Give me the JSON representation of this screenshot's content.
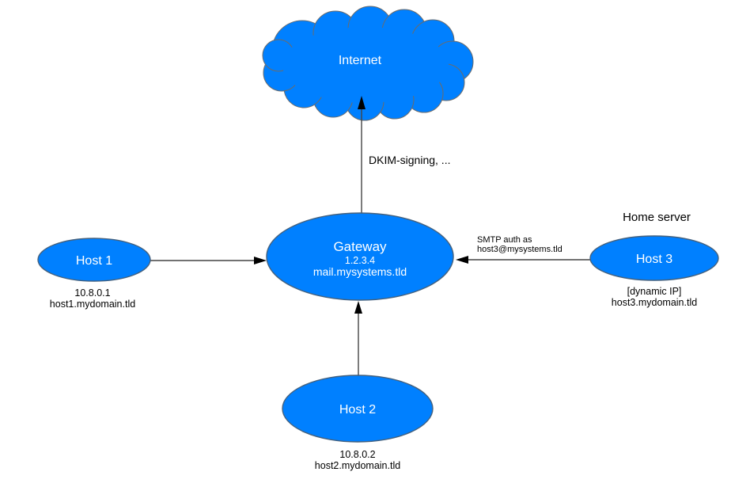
{
  "colors": {
    "background": "#ffffff",
    "node_fill": "#0080ff",
    "node_stroke": "#44617e",
    "cloud_outline": "#6b6b6b",
    "edge_line": "#444444",
    "arrowhead": "#000000",
    "node_text": "#ffffff",
    "label_text": "#000000"
  },
  "nodes": {
    "internet": {
      "label": "Internet"
    },
    "gateway": {
      "title": "Gateway",
      "ip": "1.2.3.4",
      "hostname": "mail.mysystems.tld"
    },
    "host1": {
      "label": "Host 1",
      "ip": "10.8.0.1",
      "hostname": "host1.mydomain.tld"
    },
    "host2": {
      "label": "Host 2",
      "ip": "10.8.0.2",
      "hostname": "host2.mydomain.tld"
    },
    "host3": {
      "label": "Host 3",
      "caption": "Home server",
      "ip": "[dynamic IP]",
      "hostname": "host3.mydomain.tld"
    }
  },
  "edges": {
    "gateway_to_internet": {
      "label": "DKIM-signing, ..."
    },
    "host3_to_gateway": {
      "label_line1": "SMTP auth as",
      "label_line2": "host3@mysystems.tld"
    }
  }
}
